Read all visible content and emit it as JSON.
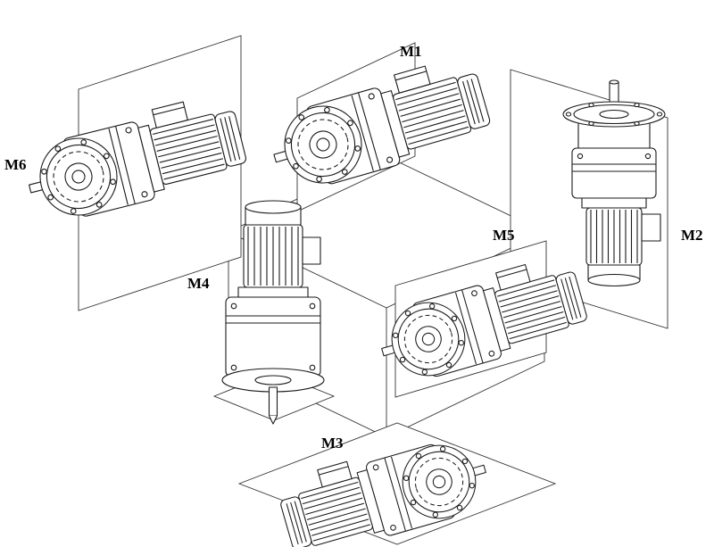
{
  "diagram": {
    "description": "Gearmotor mounting positions diagram around an isometric cube",
    "colors": {
      "line": "#1a1a1a",
      "construction_line": "#333333",
      "background": "#ffffff"
    },
    "labels": {
      "m1": "M1",
      "m2": "M2",
      "m3": "M3",
      "m4": "M4",
      "m5": "M5",
      "m6": "M6"
    }
  }
}
